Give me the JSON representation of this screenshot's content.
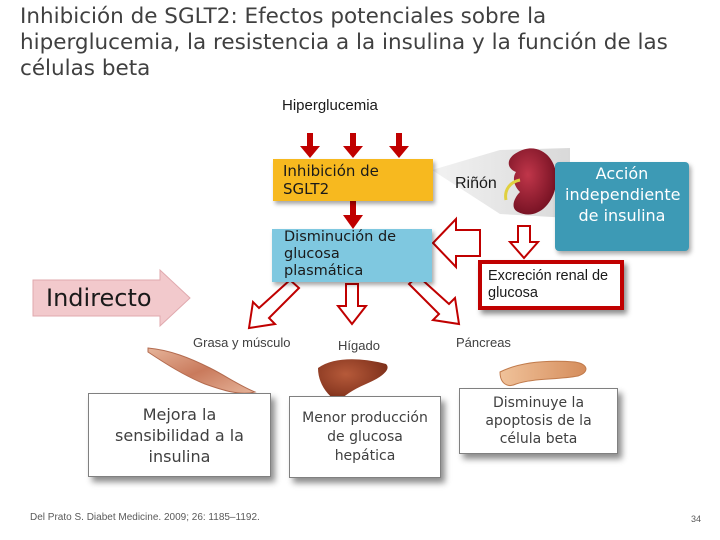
{
  "title": "Inhibición de SGLT2: Efectos potenciales sobre la hiperglucemia, la resistencia a la insulina y la función de las células beta",
  "labels": {
    "hyperglycemia": "Hiperglucemia",
    "sglt2_inhibition": "Inhibición de SGLT2",
    "kidney": "Riñón",
    "insulin_independent": "Acción independiente de insulina",
    "glucose_decrease": "Disminución de glucosa plasmática",
    "renal_excretion": "Excreción renal de glucosa",
    "indirect": "Indirecto",
    "fat_muscle": "Grasa y músculo",
    "liver": "Hígado",
    "pancreas": "Páncreas",
    "insulin_sensitivity": "Mejora la sensibilidad a la insulina",
    "hepatic_glucose": "Menor producción de glucosa hepática",
    "beta_apoptosis": "Disminuye la apoptosis de la célula beta"
  },
  "citation": "Del Prato S. Diabet Medicine. 2009; 26: 1185–1192.",
  "page_number": "34",
  "colors": {
    "arrow_red": "#c00000",
    "yellow_box": "#f7b91f",
    "blue_box": "#7fc8e0",
    "teal_box": "#3d9ab5",
    "indirect_pink": "#f2c9cc"
  }
}
